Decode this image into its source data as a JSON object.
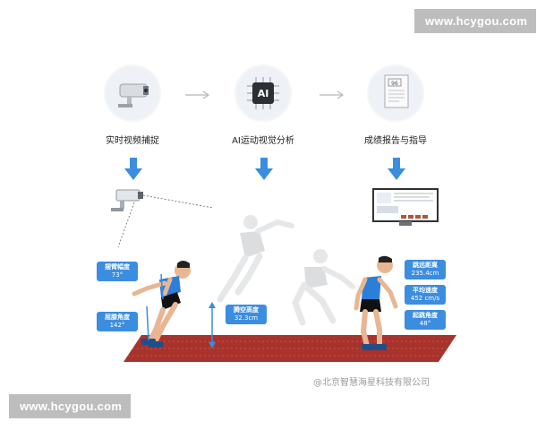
{
  "watermark": {
    "text": "www.hcygou.com"
  },
  "steps": [
    {
      "label": "实时视频捕捉",
      "icon": "surveillance-camera-icon"
    },
    {
      "label": "AI运动视觉分析",
      "icon": "ai-chip-icon",
      "chip_text": "AI"
    },
    {
      "label": "成绩报告与指导",
      "icon": "report-document-icon",
      "report_score": "96"
    }
  ],
  "metrics": {
    "arm_swing": {
      "label": "摆臂幅度",
      "value": "73°"
    },
    "knee_angle": {
      "label": "屈膝角度",
      "value": "142°"
    },
    "flight_height": {
      "label": "腾空高度",
      "value": "32.3cm"
    },
    "jump_distance": {
      "label": "跳远距离",
      "value": "235.4cm"
    },
    "avg_speed": {
      "label": "平均速度",
      "value": "452 cm/s"
    },
    "takeoff_angle": {
      "label": "起跳角度",
      "value": "48°"
    }
  },
  "credit": {
    "text": "@北京智慧海星科技有限公司"
  },
  "colors": {
    "accent": "#3b8de0",
    "track": "#a8322c",
    "figure_shirt": "#2b7fd8"
  }
}
